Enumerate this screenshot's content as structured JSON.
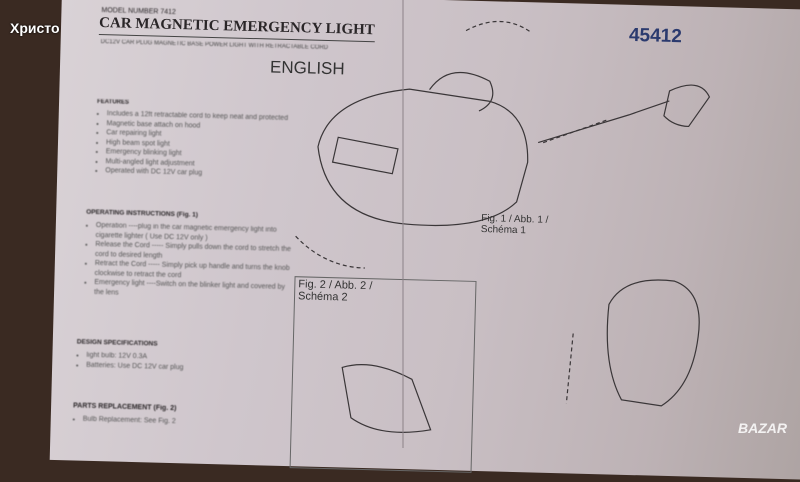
{
  "watermarks": {
    "top_left": "Христо",
    "bottom_right": "BAZAR"
  },
  "document": {
    "model_number": "MODEL NUMBER 7412",
    "title": "CAR MAGNETIC EMERGENCY LIGHT",
    "subtitle": "DC12V CAR PLUG MAGNETIC BASE POWER LIGHT WITH RETRACTABLE CORD",
    "language": "ENGLISH",
    "item_number": "45412",
    "features_heading": "FEATURES",
    "features": [
      "Includes a 12ft retractable cord to keep neat and protected",
      "Magnetic base attach on hood",
      "Car repairing light",
      "High beam spot light",
      "Emergency blinking light",
      "Multi-angled light adjustment",
      "Operated with DC 12V car plug"
    ],
    "operating_heading": "OPERATING INSTRUCTIONS (Fig. 1)",
    "operating": [
      "Operation ----plug in the car magnetic emergency light into cigarette lighter ( Use DC 12V only )",
      "Release the Cord ----- Simply pulls down the cord to stretch the cord to desired length",
      "Retract the Cord ----- Simply pick up handle and turns the knob clockwise to retract the cord",
      "Emergency light ----Switch on the blinker light and covered by the lens"
    ],
    "design_heading": "DESIGN SPECIFICATIONS",
    "design": [
      "light bulb: 12V 0.3A",
      "Batteries: Use DC 12V car plug"
    ],
    "parts_heading": "PARTS REPLACEMENT (Fig. 2)",
    "parts": [
      "Bulb Replacement: See Fig. 2"
    ],
    "fig1_label": "Fig. 1 / Abb. 1 /",
    "fig1_label2": "Schéma 1",
    "fig2_label": "Fig. 2 / Abb. 2 /",
    "fig2_label2": "Schéma 2"
  }
}
